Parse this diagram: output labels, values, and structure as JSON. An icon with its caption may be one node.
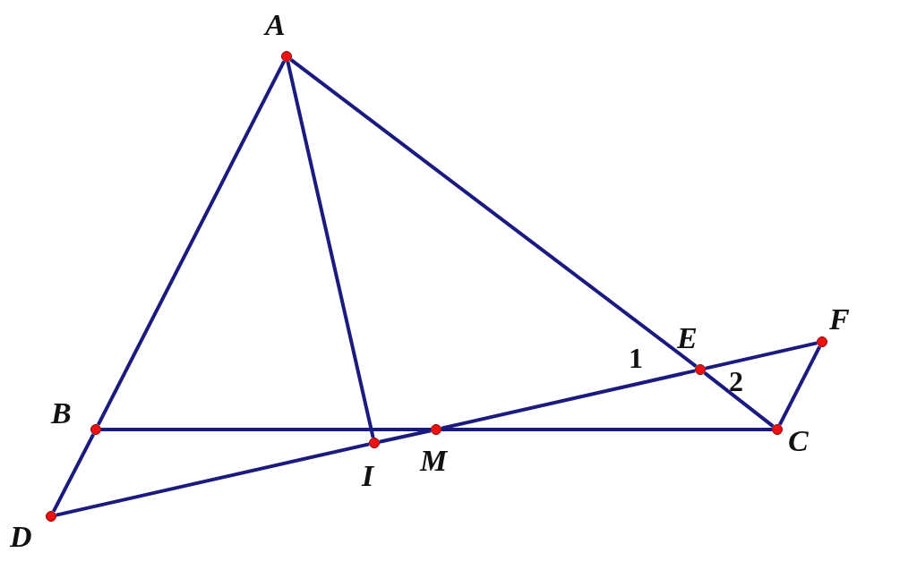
{
  "diagram": {
    "nodes": [
      {
        "text": [
          "A"
        ]
      },
      {
        "text": [
          "F"
        ]
      },
      {
        "text": [
          "E"
        ]
      },
      {
        "text": [
          "B"
        ]
      },
      {
        "text": [
          "M"
        ]
      },
      {
        "text": [
          "C"
        ]
      },
      {
        "text": [
          "I"
        ]
      },
      {
        "text": [
          "D"
        ]
      }
    ],
    "edges": [
      {
        "from": 0,
        "to": 3,
        "arrow": "none"
      },
      {
        "from": 0,
        "to": 6,
        "arrow": "none"
      },
      {
        "from": 0,
        "to": 2,
        "arrow": "none"
      },
      {
        "from": 2,
        "to": 5,
        "arrow": "none"
      },
      {
        "from": 3,
        "to": 4,
        "arrow": "none"
      },
      {
        "from": 4,
        "to": 5,
        "arrow": "none"
      },
      {
        "from": 3,
        "to": 7,
        "arrow": "none"
      },
      {
        "from": 7,
        "to": 6,
        "arrow": "none"
      },
      {
        "from": 6,
        "to": 4,
        "arrow": "none"
      },
      {
        "from": 4,
        "to": 2,
        "arrow": "none"
      },
      {
        "from": 2,
        "to": 1,
        "arrow": "none"
      },
      {
        "from": 1,
        "to": 5,
        "arrow": "none"
      }
    ],
    "labels": [
      "1",
      "2"
    ]
  }
}
